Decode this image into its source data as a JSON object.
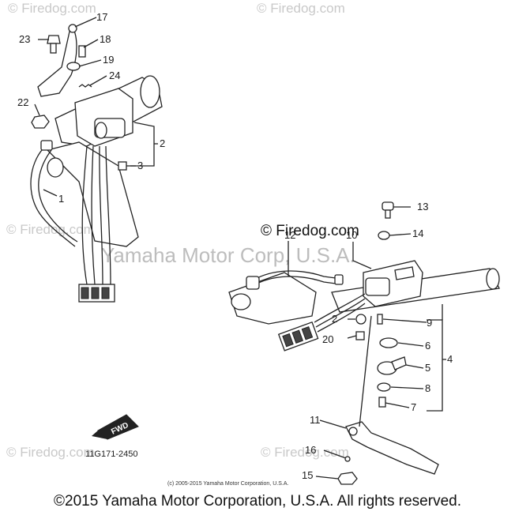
{
  "watermark": {
    "site": "© Firedog.com",
    "brand_site": "© Firedog.com",
    "owner": "Yamaha Motor Corp, U.S.A."
  },
  "callouts": [
    "17",
    "23",
    "18",
    "19",
    "24",
    "22",
    "2",
    "3",
    "1",
    "13",
    "12",
    "10",
    "14",
    "2",
    "20",
    "9",
    "6",
    "4",
    "5",
    "8",
    "7",
    "11",
    "16",
    "15"
  ],
  "fwd_label": "FWD",
  "part_number": "11G171-2450",
  "small_copyright": "(c) 2005-2015 Yamaha Motor Corporation, U.S.A.",
  "footer": "©2015 Yamaha Motor Corporation, U.S.A. All rights reserved."
}
